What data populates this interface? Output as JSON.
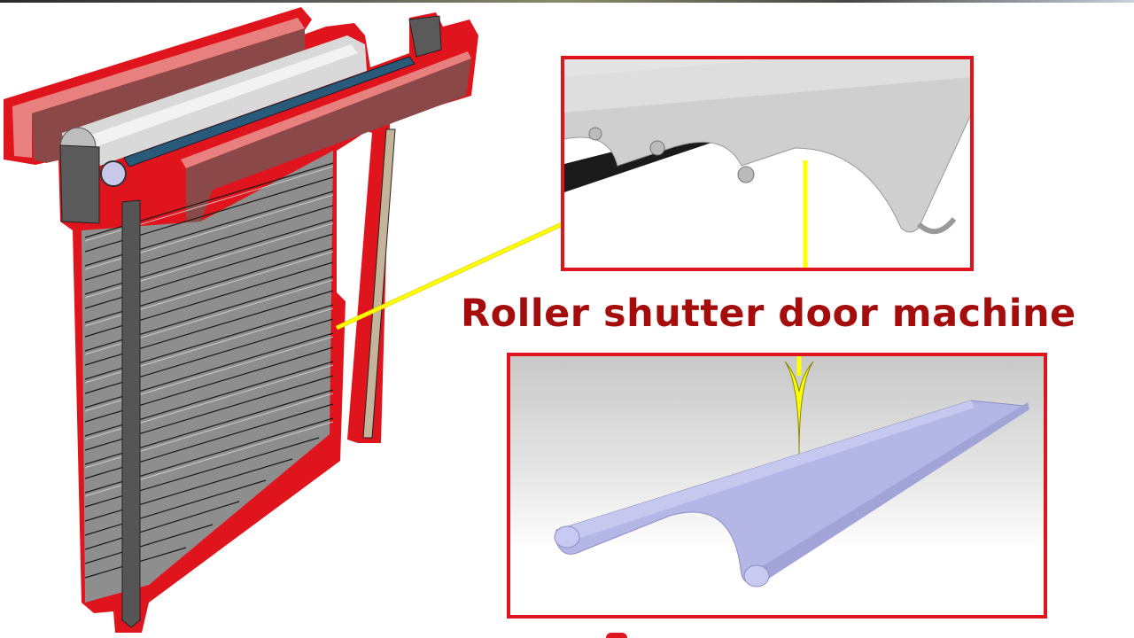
{
  "title": "Roller shutter door machine",
  "colors": {
    "title": "#a50d0d",
    "outline_red": "#e0141c",
    "arrow_yellow": "#ffff00",
    "box_maroon": "#8a4848",
    "box_light": "#e88080",
    "slat_gray": "#8e8e8e",
    "shaft_blue": "#2a5a7a",
    "profile_lavender": "#b4b6e6"
  },
  "diagram": {
    "main_illustration": "roller-shutter-assembly",
    "detail_top": "slat-closeup-interlocking-profiles",
    "detail_bottom": "single-slat-profile",
    "arrows": [
      {
        "from": "shutter-curtain",
        "to": "detail-top"
      },
      {
        "from": "detail-top",
        "to": "detail-bottom"
      }
    ]
  }
}
